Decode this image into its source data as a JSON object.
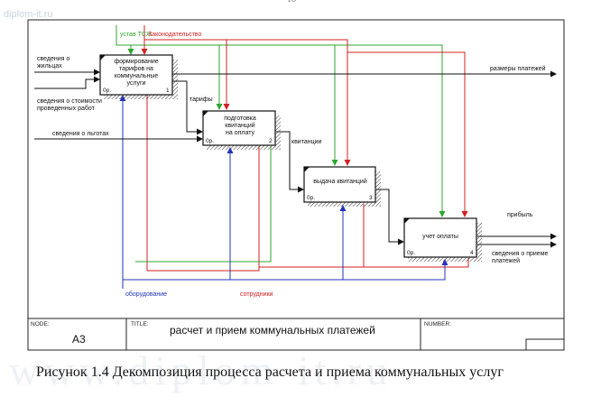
{
  "page_number": "18",
  "watermarks": {
    "corner": "diplom-it.ru",
    "large": "www.diplom-it.ru"
  },
  "colors": {
    "control_green": "#2fa52f",
    "control_red": "#d42020",
    "mechanism_blue": "#2233bb"
  },
  "frame": {
    "node_label": "NODE:",
    "node_value": "A3",
    "title_label": "TITLE:",
    "title_value": "расчет и прием  коммунальных  платежей",
    "number_label": "NUMBER:"
  },
  "boxes": [
    {
      "name_lines": [
        "формирование",
        "тарифов на",
        "коммунальные",
        "услуги"
      ],
      "cost": "0р.",
      "num": "1"
    },
    {
      "name_lines": [
        "подготовка",
        "квитанций",
        "на оплату"
      ],
      "cost": "0р.",
      "num": "2"
    },
    {
      "name_lines": [
        "выдача квитанций"
      ],
      "cost": "0р.",
      "num": "3"
    },
    {
      "name_lines": [
        "учет оплаты"
      ],
      "cost": "0р.",
      "num": "4"
    }
  ],
  "arrow_labels": {
    "input_residents": [
      "сведения о",
      "жильцах"
    ],
    "input_work_cost": [
      "сведения о стоимости",
      "проведенных работ"
    ],
    "input_benefits": "сведения о льготах",
    "control_charter": "устав ТСЖ",
    "control_law": "Законодательство",
    "output_payments": "размеры платежей",
    "tariffs": "тарифы",
    "receipts": "квитанции",
    "output_profit": "прибыль",
    "output_payment_info": [
      "сведения о приеме",
      "платежей"
    ],
    "mechanism_equipment": "оборудование",
    "mechanism_staff": "сотрудники"
  },
  "caption": "Рисунок 1.4 Декомпозиция процесса расчета и приема коммунальных услуг"
}
